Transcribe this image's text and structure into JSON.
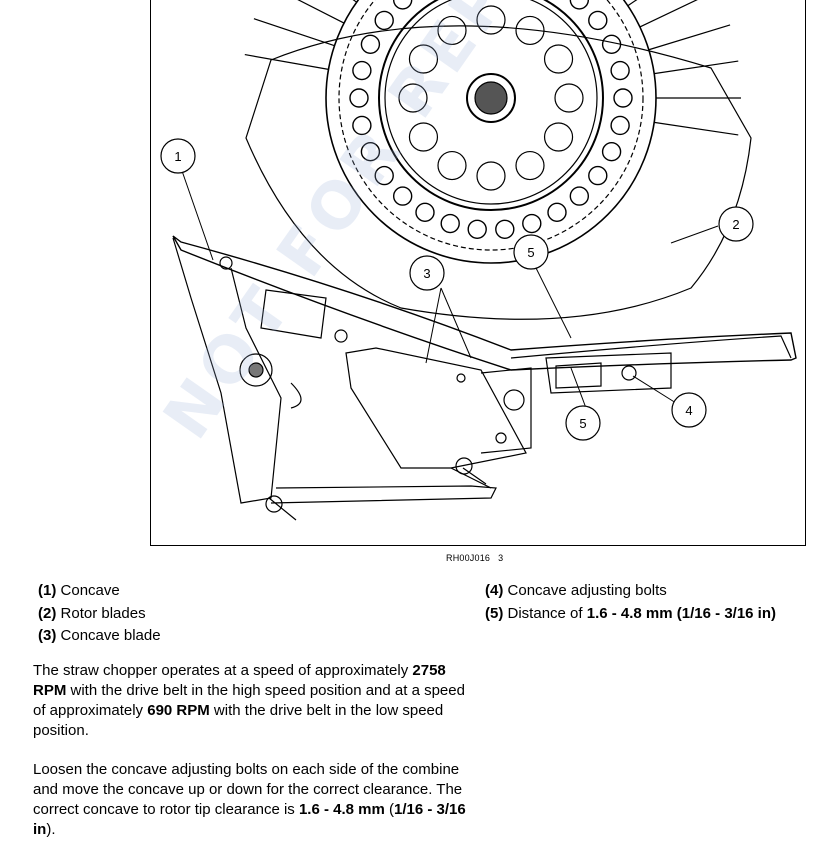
{
  "figure": {
    "callouts": [
      "1",
      "2",
      "3",
      "5",
      "5",
      "4"
    ],
    "code": "RH00J016",
    "number": "3"
  },
  "legend": {
    "items": [
      {
        "num": "(1)",
        "text": "Concave"
      },
      {
        "num": "(2)",
        "text": "Rotor blades"
      },
      {
        "num": "(3)",
        "text": "Concave blade"
      },
      {
        "num": "(4)",
        "text": "Concave adjusting bolts"
      },
      {
        "num": "(5)",
        "text": "Distance of ",
        "bold_value": "1.6 - 4.8 mm",
        "bold_value_2": "1/16 - 3/16 in"
      }
    ]
  },
  "paragraph1": {
    "t1": "The straw chopper operates at a speed of approximately ",
    "b1": "2758 RPM",
    "t2": " with the drive belt in the high speed position and at a speed of approximately ",
    "b2": "690 RPM",
    "t3": " with the drive belt in the low speed position."
  },
  "paragraph2": {
    "t1": "Loosen the concave adjusting bolts on each side of the combine and move the concave up or down for the correct clearance.  The correct concave to rotor tip clearance is ",
    "b1": "1.6 - 4.8 mm",
    "t2": " (",
    "b2": "1/16 - 3/16 in",
    "t3": ")."
  },
  "watermark": "NOT FOR REPRODUCTION"
}
